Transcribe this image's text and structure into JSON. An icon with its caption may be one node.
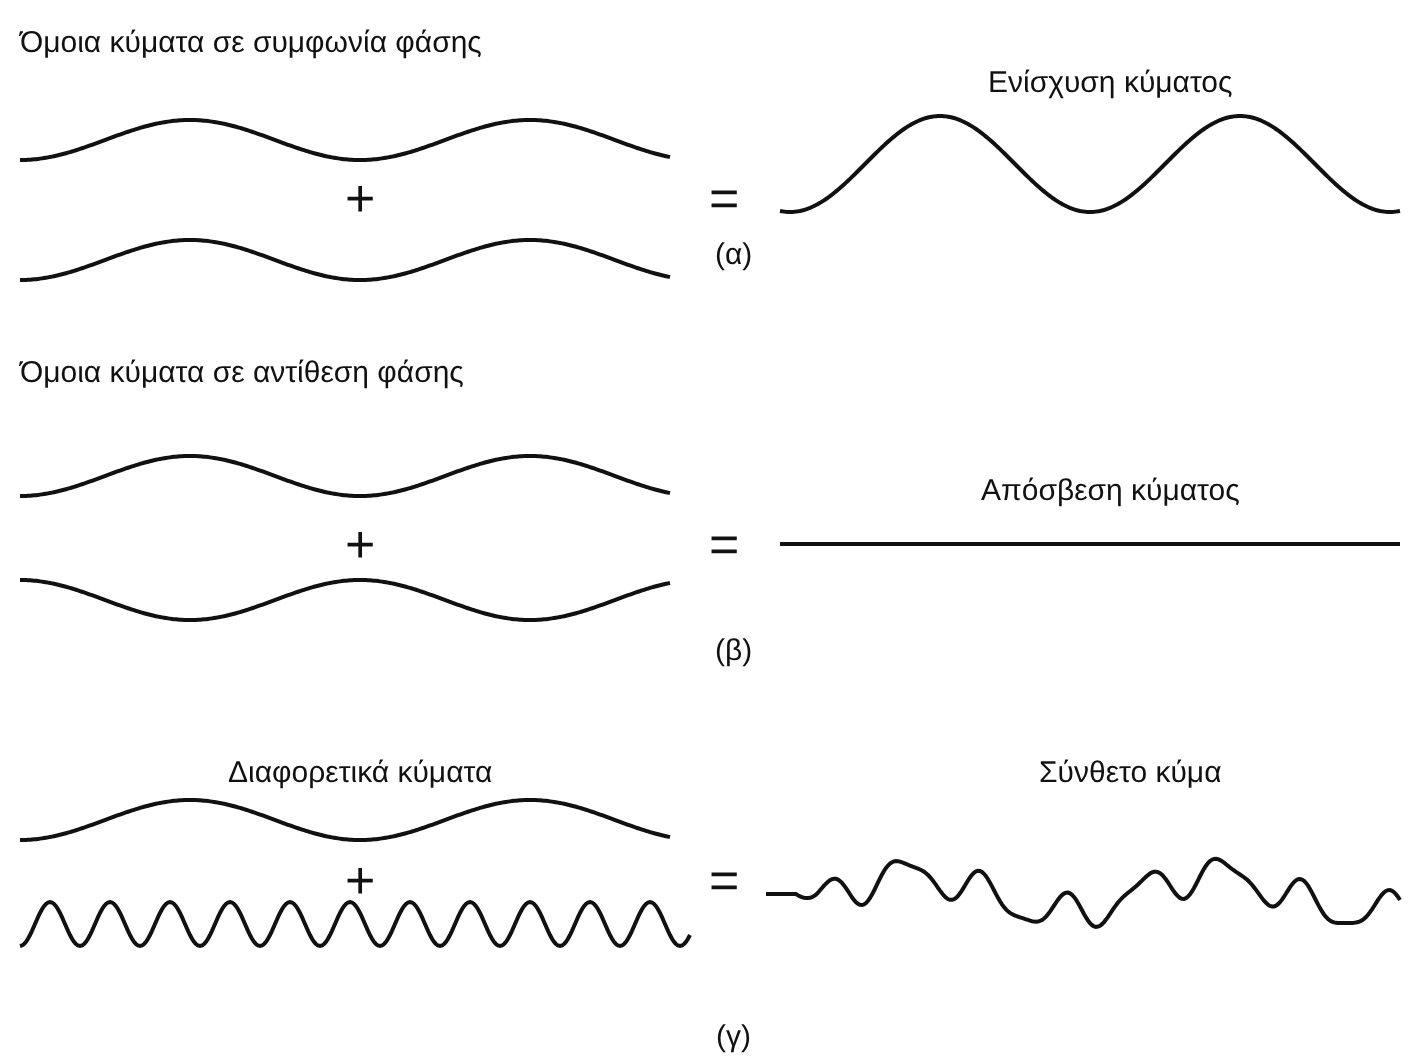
{
  "diagram": {
    "labels": [
      "Όμοια κύματα σε συμφωνία φάσης",
      "Ενίσχυση κύματος",
      "+",
      "=",
      "(α)",
      "Όμοια κύματα σε αντίθεση φάσης",
      "Απόσβεση κύματος",
      "+",
      "=",
      "(β)",
      "Διαφορετικά κύματα",
      "Σύνθετο κύμα",
      "+",
      "=",
      "(γ)"
    ]
  }
}
